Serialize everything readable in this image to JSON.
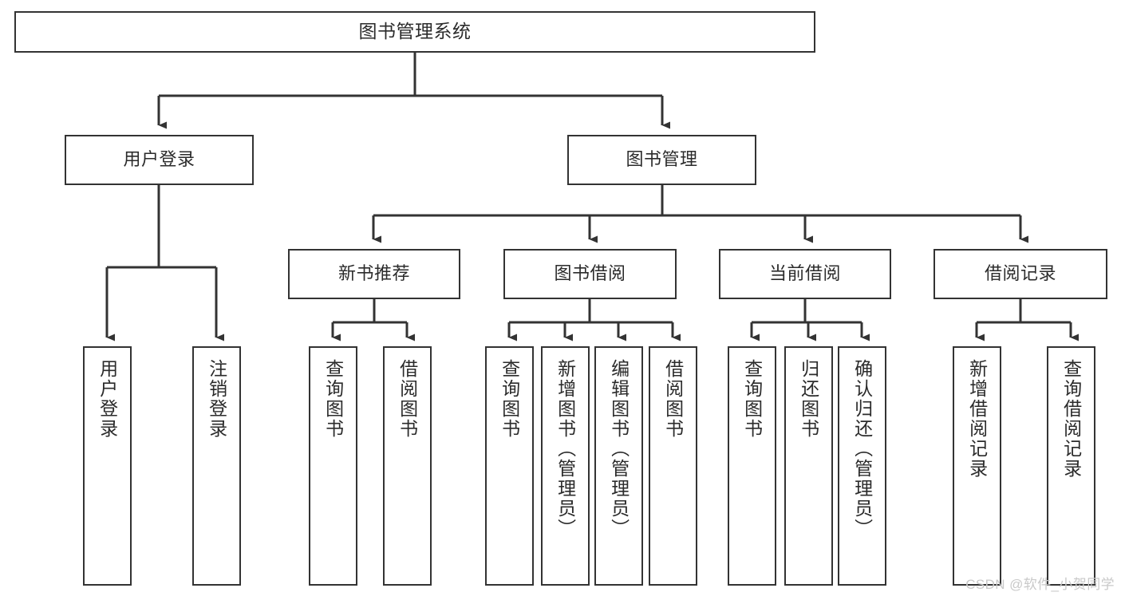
{
  "diagram": {
    "type": "tree-hierarchy-chart",
    "title": "图书管理系统",
    "watermark": "CSDN @软件_小贺同学",
    "colors": {
      "box_border": "#333333",
      "box_fill": "#ffffff",
      "connector": "#333333",
      "text": "#2b2b2b",
      "watermark": "#c9c9c9"
    },
    "nodes": {
      "root": {
        "label": "图书管理系统"
      },
      "level2": [
        {
          "label": "用户登录"
        },
        {
          "label": "图书管理"
        }
      ],
      "level3": [
        {
          "label": "新书推荐"
        },
        {
          "label": "图书借阅"
        },
        {
          "label": "当前借阅"
        },
        {
          "label": "借阅记录"
        }
      ],
      "leaves": {
        "user_login": [
          {
            "label": "用户登录"
          },
          {
            "label": "注销登录"
          }
        ],
        "new_book_recommend": [
          {
            "label": "查询图书"
          },
          {
            "label": "借阅图书"
          }
        ],
        "book_borrow": [
          {
            "label": "查询图书"
          },
          {
            "label": "新增图书（管理员）"
          },
          {
            "label": "编辑图书（管理员）"
          },
          {
            "label": "借阅图书"
          }
        ],
        "current_borrow": [
          {
            "label": "查询图书"
          },
          {
            "label": "归还图书"
          },
          {
            "label": "确认归还（管理员）"
          }
        ],
        "borrow_record": [
          {
            "label": "新增借阅记录"
          },
          {
            "label": "查询借阅记录"
          }
        ]
      }
    }
  }
}
